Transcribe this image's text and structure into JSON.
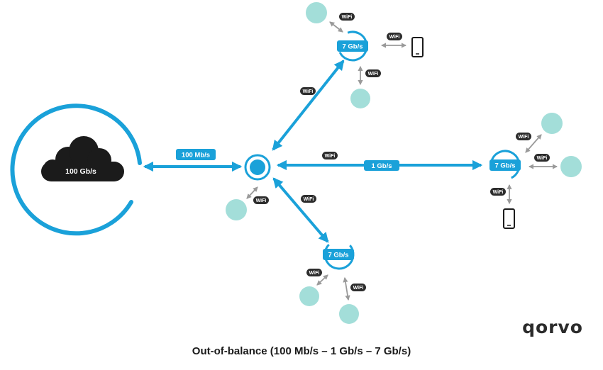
{
  "colors": {
    "accent": "#1aa1d9",
    "accent_light": "#5cc0e8",
    "device": "#a3ded9",
    "cloud": "#1b1b1b",
    "gray_arrow": "#9a9a9a",
    "wifi_badge": "#2d2d2d"
  },
  "icons": {
    "wifi": "wifi-badge-icon",
    "phone": "smartphone-icon",
    "cloud": "cloud-icon",
    "router": "router-icon",
    "client": "client-device-icon"
  },
  "cloud": {
    "label": "100 Gb/s"
  },
  "links": {
    "wan": {
      "label": "100 Mb/s"
    },
    "backhaul_right": {
      "label": "1 Gb/s"
    }
  },
  "nodes": {
    "top": {
      "label": "7 Gb/s"
    },
    "right": {
      "label": "7 Gb/s"
    },
    "bottom": {
      "label": "7 Gb/s"
    }
  },
  "wifi": {
    "label": "WiFi"
  },
  "brand": {
    "name": "qorvo"
  },
  "caption": "Out-of-balance (100 Mb/s – 1 Gb/s – 7 Gb/s)"
}
